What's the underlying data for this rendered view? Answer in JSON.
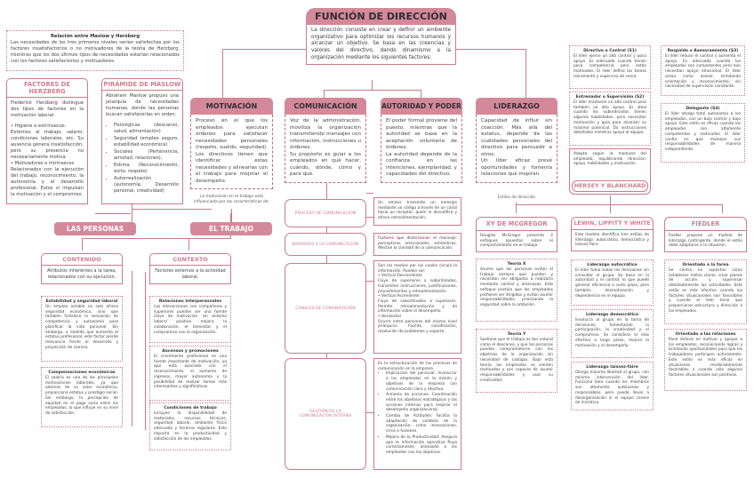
{
  "title": {
    "heading": "FUNCIÓN DE DIRECCIÓN",
    "body": "La dirección consiste en crear y definir un ambiente organizativo para optimizar los recursos humanos y alcanzar un objetivo. Se basa en las creencias y valores del directivo, dando dinamismo a la organización mediante los siguientes factores:"
  },
  "maslow_herzberg": {
    "title": "Relación entre Maslow y Herzberg",
    "body": "Las necesidades de los tres primeros niveles serían satisfechas por los factores insatisfactorios o no motivadores de la teoría de Herzberg, mientras que los dos últimos tipos de necesidades estarían relacionados con los factores satisfactorios y motivadores."
  },
  "herzberg": {
    "title": "FACTORES DE HERZBERG",
    "intro": "Frederick Herzberg distingue dos tipos de factores en la motivación laboral:",
    "bullet1": "Higiene o extrínsecos:",
    "text1": "Externos al trabajo, salario, condiciones laborales, etc. Su ausencia genera insatisfacción, pero su presencia no necesariamente motiva.",
    "bullet2": "Motivadores o intrínsecos",
    "text2": "Relacionados con la ejecución del trabajo, reconocimiento, la autonomía y el desarrollo profesional. Estos sí impulsan la motivación y el compromiso."
  },
  "maslow": {
    "title": "PIRÁMIDE DE MASLOW",
    "intro": "Abraham Maslow propuso una jerarquía de necesidades humanas, donde las personas buscan satisfacerlas en orden:",
    "items": [
      "Fisiológicas (descanso, salud, alimentación)",
      "Seguridad (empleo seguro, estabilidad económica)",
      "Sociales (Pertenencia, amistad, relaciones),",
      "Estima (Reconocimiento, éxito, respeto)",
      "Autorrealización (autonomía, Desarrollo personal, creatividad)"
    ]
  },
  "motivacion": {
    "title": "MOTIVACIÓN",
    "body": "Proceso en el que los empleados ejecutan órdenes para satisfacer necesidades personales (respeto, sueldo, seguridad). Los directivos tienen que identificar estas necesidades y alinearlas con el trabajo para mejorar el desempeño.",
    "note": "La motivación en el trabajo está influenciada por las características de:"
  },
  "las_personas": "LAS PERSONAS",
  "el_trabajo": "EL TRABAJO",
  "contenido": {
    "title": "CONTENIDO",
    "body": "Atributos inherentes a la tarea, relacionados con su ejecución.",
    "cards": [
      {
        "title": "Estabilidad y seguridad laboral",
        "body": "Un empleo estable no solo ofrece seguridad económica, sino que también fortalece la sensación de competencia y autonomía para planificar la vida personal. Sin embargo, a medida que aumenta el estatus profesional, este factor pierde relevancia frente al desarrollo y proyección de carrera."
      },
      {
        "title": "Compensaciones económicas",
        "body": "El salario es una de las principales motivaciones laborales, ya que además de su valor económico, proporciona estatus y prestigio social. Sin embargo, la percepción de equidad en el pago varía entre los empleados, lo que influye en su nivel de satisfacción."
      }
    ]
  },
  "contexto": {
    "title": "CONTEXTO",
    "body": "Factores externos a la actividad laboral.",
    "cards": [
      {
        "title": "Relaciones interpersonales",
        "body": "Las interacciones con compañeros y superiores pueden ser una fuente clave de motivación. Un entorno laboral positivo mejora la colaboración, el bienestar y el compromiso con la organización."
      },
      {
        "title": "Ascensos y promociones",
        "body": "El crecimiento profesional es una fuente importante de motivación, ya que está asociado con el reconocimiento, el aumento de ingresos, mayor autonomía y la posibilidad de realizar tareas más interesantes y significativas."
      },
      {
        "title": "Condiciones de trabajo",
        "body": "Incluyen la disponibilidad de materiales, recursos técnicos, seguridad laboral, ambiente físico adecuado y horarios regulares. Esto impacta en la productividad y satisfacción de los empleados."
      }
    ]
  },
  "comunicacion": {
    "title": "COMUNICACIÓN",
    "body1": "Voz de la administración, moviliza la organización transmitiendo mensajes con información, instrucciones u órdenes.",
    "body2": "Su propósito es guiar a los empleados en qué hacer, cuándo, dónde, cómo y para qué.",
    "rows": [
      {
        "label": "PROCESO DE COMUNICACIÓN",
        "desc": "Un emisor transmite un mensaje mediante un código a través de un canal hacia un receptor, quien lo decodifica y ofrece retroalimentación."
      },
      {
        "label": "BARRERAS A LA COMUNICACIÓN",
        "desc": "Factores que distorsionan el mensaje: perceptivas, emocionales, semánticas. Afectan la claridad de la comunicación."
      }
    ],
    "canales": {
      "label": "CANALES DE COMUNICACIÓN",
      "intro": "Son los medios por los cuales circula la información. Pueden ser:",
      "items": [
        {
          "name": "Vertical Descendente",
          "desc": "Fluye de superiores a subordinados, transmiten instrucciones, justificaciones, procedimientos y retroalimentación."
        },
        {
          "name": "Vertical Ascendente",
          "desc": "Fluye de subordinados a superiores. Permite retroalimentación y da información sobre el desempeño."
        },
        {
          "name": "Horizontal",
          "desc": "Ocurre entre personas del mismo nivel jerárquico. Facilita coordinación, resolución de problemas y soporte."
        }
      ]
    },
    "gestion": {
      "label": "GESTIÓN DE LA COMUNICACIÓN INTERNA",
      "intro": "Es la estructuración de los procesos de comunicación en la empresa.",
      "items": [
        "Implicación del personal: Involucrar a los empleados en la misión y objetivos de la empresa con comunicación clara y efectiva.",
        "Armonía de acciones: Coordinación entre los objetivos estratégicos y las acciones internas para mejorar el desempeño organizacional.",
        "Cambio de Actitudes: Facilita la adaptación de cambios de la organización, como innovaciones, crisis o fusiones.",
        "Mejora de la Productividad: Asegura que la información operativa fluya correctamente, alineando a los empleados con los objetivos."
      ]
    }
  },
  "autoridad": {
    "title": "AUTORIDAD Y PODER",
    "body1": "El poder formal proviene del puesto, mientras que la autoridad se basa en la aceptación voluntaria de órdenes.",
    "body2": "La autoridad depende de la confianza en las intenciones, ejemplaridad, y capacidades del directivo."
  },
  "liderazgo": {
    "title": "LIDERAZGO",
    "body1": "Capacidad de influir sin coacción. Más allá del estatus, depende de las cualidades personales del directivo para persuadir a otros.",
    "body2": "Un líder eficaz prevé oportunidades y fomenta relaciones que inspiran.",
    "note": "Estilos de dirección"
  },
  "hersey": {
    "title": "HERSEY Y BLANCHARD",
    "body": "Adapta según la madurez del empleado, equilibrando dirección, apoyo, habilidades y motivación.",
    "cards": [
      {
        "title": "Directivo o Control (S1)",
        "body": "El líder ejerce un alto control y poco apoyo. Es adecuado cuando tienen poca competencia pero están motivados. El líder define las tareas claramente y supervisa de cerca."
      },
      {
        "title": "Entrenador o Supervisión (S2)",
        "body": "El líder mantiene un alto control pero también un alto apoyo. Es ideal cuando los subordinados tienen algunas habilidades, pero necesitan motivación y guía para alcanzar su máximo potencial. Da instrucciones detalladas mientras apoya al equipo."
      },
      {
        "title": "Respaldo o Asesoramiento (S3)",
        "body": "El líder reduce el control y aumenta el apoyo. Es adecuado cuando los empleados son competentes pero aún necesitan apoyo emocional. El líder actúa como asesor, brindando orientación y reconocimiento, sin necesidad de supervisión constante."
      },
      {
        "title": "Delegante (S4)",
        "body": "El líder otorga total autonomía a los empleados, con un bajo control y bajo apoyo. Este estilo es eficaz cuando los empleados son altamente competentes y motivados. El líder confía en que manejen sus responsabilidades de manera independiente."
      }
    ]
  },
  "mcgregor": {
    "title": "XY DE MCGREGOR",
    "body": "Douglas McGregor presenta 2 enfoques opuestos sobre el comportamiento en el trabajo.",
    "cards": [
      {
        "title": "Teoría X",
        "body": "Asume que las personas evitan el trabajo siempre que pueden y necesitan ser obligadas a realizarlo mediante control y amenazas. Este enfoque postula que los empleados prefieren ser dirigidos y evitan asumir responsabilidades, priorizando la seguridad sobre la ambición."
      },
      {
        "title": "Teoría Y",
        "body": "Sostiene que el trabajo es tan natural como el descanso, y que las personas pueden comprometerse con los objetivos de la organización sin necesidad de castigos. Bajo esta teoría, los empleados se sienten motivados y son capaces de asumir responsabilidades y usar su creatividad."
      }
    ]
  },
  "lewin": {
    "title": "LEWIN, LIPPITT Y WHITE",
    "body": "Este modelo identifica tres estilos de liderazgo: autocrático, democrático y laissez-faire.",
    "cards": [
      {
        "title": "Liderazgo autocrático",
        "body": "El líder toma todas las decisiones sin consultar al grupo. Se basa en la autoridad y el control, lo que puede generar eficiencia a corto plazo, pero también desmotivación y dependencia en el equipo."
      },
      {
        "title": "Liderazgo democrático",
        "body": "Involucra al grupo en la toma de decisiones, fomentando la participación, la creatividad y el compromiso. Se considera el más efectivo a largo plazo, mejora la motivación y el desempeño."
      },
      {
        "title": "Liderazgo laissez-faire",
        "body": "Otorga máxima libertad al grupo, con mínima intervención del líder. Funciona bien cuando los miembros son altamente autónomos y responsables, pero puede llevar a desorganización si el equipo carece de iniciativa."
      }
    ]
  },
  "fiedler": {
    "title": "FIEDLER",
    "body": "Fiedler propone un modelo de liderazgo contingente, donde el estilo debe adaptarse a la situación.",
    "cards": [
      {
        "title": "Orientado a la tarea",
        "body": "Se centra en aspectos como establecer metas claras, crear planes de acción y supervisar detalladamente las actividades. Este estilo es más efectivo cuando los factores situacionales son favorables y cuando el líder tiene que proporcionar estructura y dirección a los empleados."
      },
      {
        "title": "Orientado a las relaciones",
        "body": "Pone énfasis en motivar y apoyar a los empleados, reconociendo logros y brindando oportunidades para que los trabajadores participen activamente. Este estilo es más eficaz en situaciones moderadamente favorables o cuando sólo algunos factores situacionales son positivos."
      }
    ]
  },
  "colors": {
    "accent": "#d4899a",
    "border": "#c97a8c",
    "title_text": "#d07d90"
  }
}
